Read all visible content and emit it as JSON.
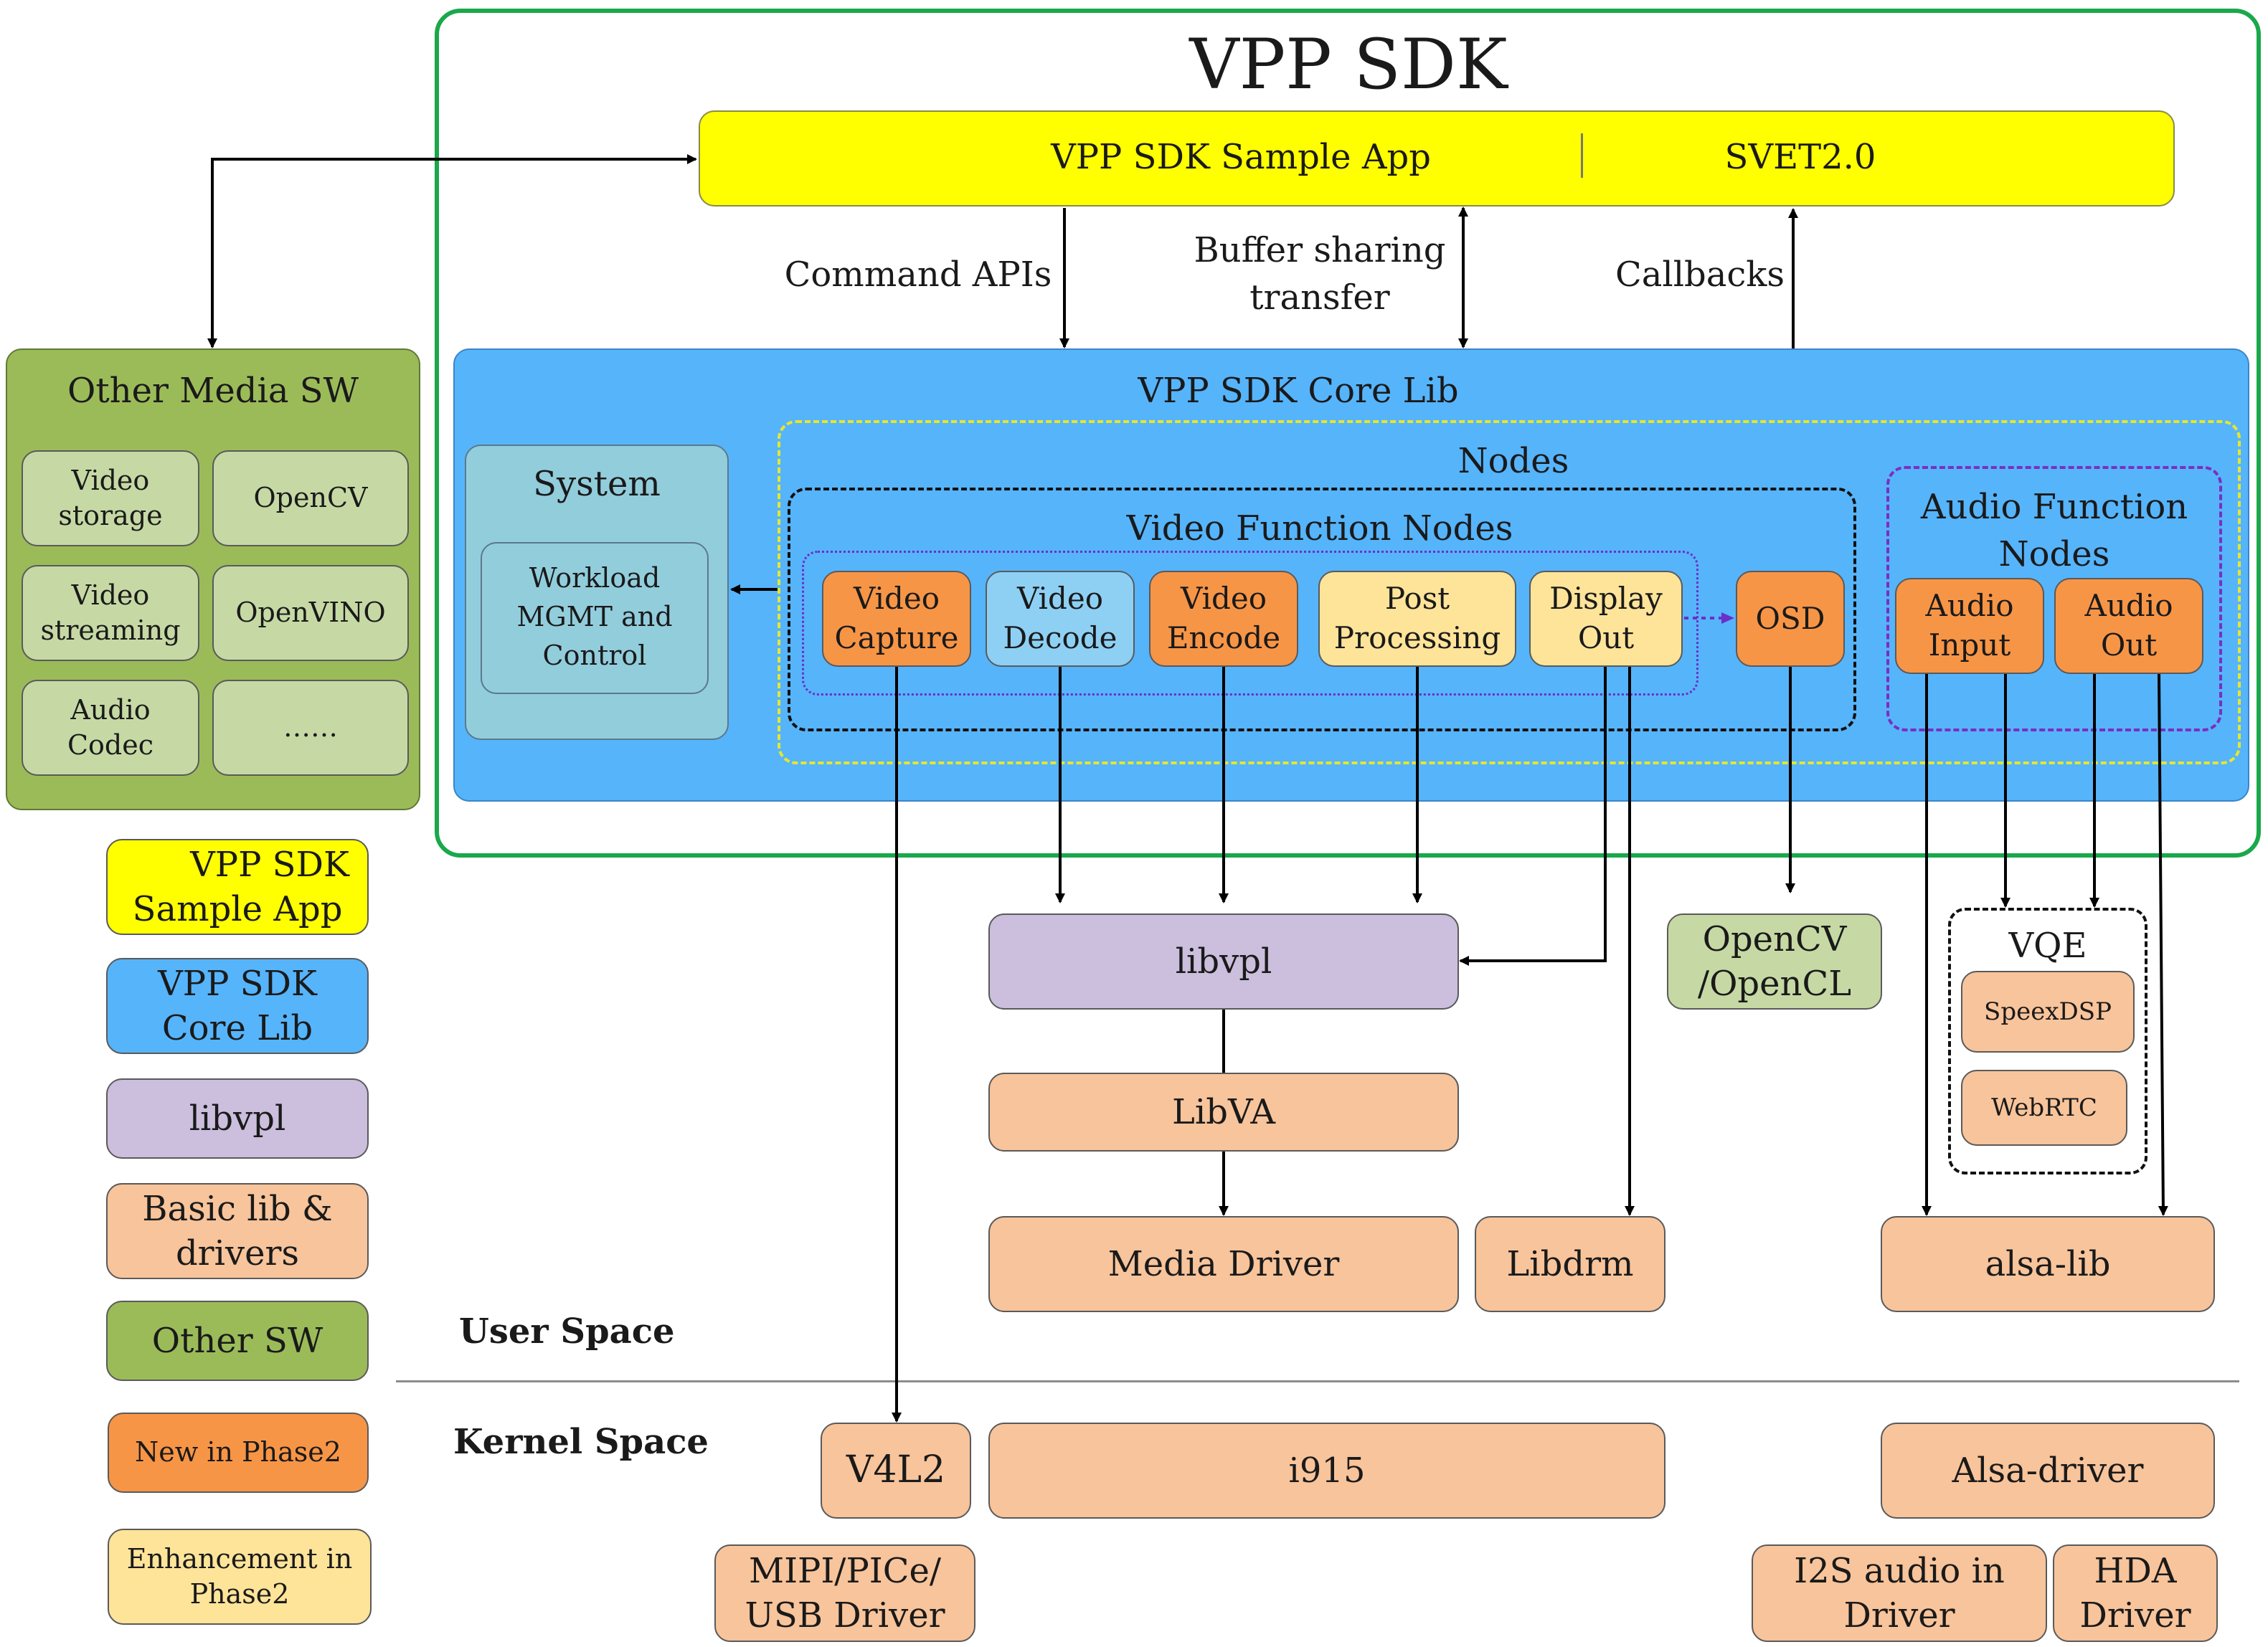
{
  "title": "VPP SDK",
  "app_bar": {
    "left": "VPP SDK Sample App",
    "right": "SVET2.0"
  },
  "interface_labels": {
    "command_apis": "Command APIs",
    "buffer_sharing_line1": "Buffer sharing",
    "buffer_sharing_line2": "transfer",
    "callbacks": "Callbacks"
  },
  "core_lib": {
    "title": "VPP SDK Core Lib",
    "system": {
      "title": "System",
      "workload": [
        "Workload",
        "MGMT and",
        "Control"
      ]
    },
    "nodes_title": "Nodes",
    "video_group_title": "Video Function Nodes",
    "video_nodes": {
      "capture": [
        "Video",
        "Capture"
      ],
      "decode": [
        "Video",
        "Decode"
      ],
      "encode": [
        "Video",
        "Encode"
      ],
      "post": [
        "Post",
        "Processing"
      ],
      "display": [
        "Display",
        "Out"
      ]
    },
    "osd": "OSD",
    "audio_group_title": [
      "Audio Function",
      "Nodes"
    ],
    "audio_nodes": {
      "input": [
        "Audio",
        "Input"
      ],
      "out": [
        "Audio",
        "Out"
      ]
    }
  },
  "other_media": {
    "title": "Other Media SW",
    "items": [
      [
        "Video",
        "storage"
      ],
      [
        "OpenCV"
      ],
      [
        "Video",
        "streaming"
      ],
      [
        "OpenVINO"
      ],
      [
        "Audio",
        "Codec"
      ],
      [
        "……"
      ]
    ]
  },
  "legend": {
    "sample_app": [
      "VPP SDK",
      "Sample App"
    ],
    "core_lib": [
      "VPP SDK",
      "Core Lib"
    ],
    "libvpl": "libvpl",
    "basic_lib": [
      "Basic lib &",
      "drivers"
    ],
    "other_sw": "Other SW",
    "new_phase2": "New in Phase2",
    "enh_phase2": [
      "Enhancement in",
      "Phase2"
    ]
  },
  "libs": {
    "libvpl": "libvpl",
    "libva": "LibVA",
    "media_driver": "Media Driver",
    "libdrm": "Libdrm",
    "opencv": [
      "OpenCV",
      "/OpenCL"
    ],
    "vqe": {
      "title": "VQE",
      "speex": "SpeexDSP",
      "webrtc": "WebRTC"
    },
    "alsa_lib": "alsa-lib"
  },
  "spaces": {
    "user": "User Space",
    "kernel": "Kernel Space"
  },
  "kernel": {
    "v4l2": "V4L2",
    "i915": "i915",
    "alsa_driver": "Alsa-driver",
    "mipi": [
      "MIPI/PICe/",
      "USB Driver"
    ],
    "i2s": [
      "I2S audio in",
      "Driver"
    ],
    "hda": [
      "HDA",
      "Driver"
    ]
  },
  "colors": {
    "sdk_frame": "#1aa84b",
    "sample_app": "#ffff00",
    "core_lib": "#56b4fb",
    "libvpl": "#cbbfdd",
    "basic_lib": "#f8c49b",
    "other_sw": "#9bbb59",
    "new_phase2": "#f79546",
    "enh_phase2": "#fee499",
    "system": "#92cddc",
    "nodes_border": "#e6e62e",
    "audio_border": "#7b2fbf",
    "dotted_link": "#6a30c8"
  }
}
